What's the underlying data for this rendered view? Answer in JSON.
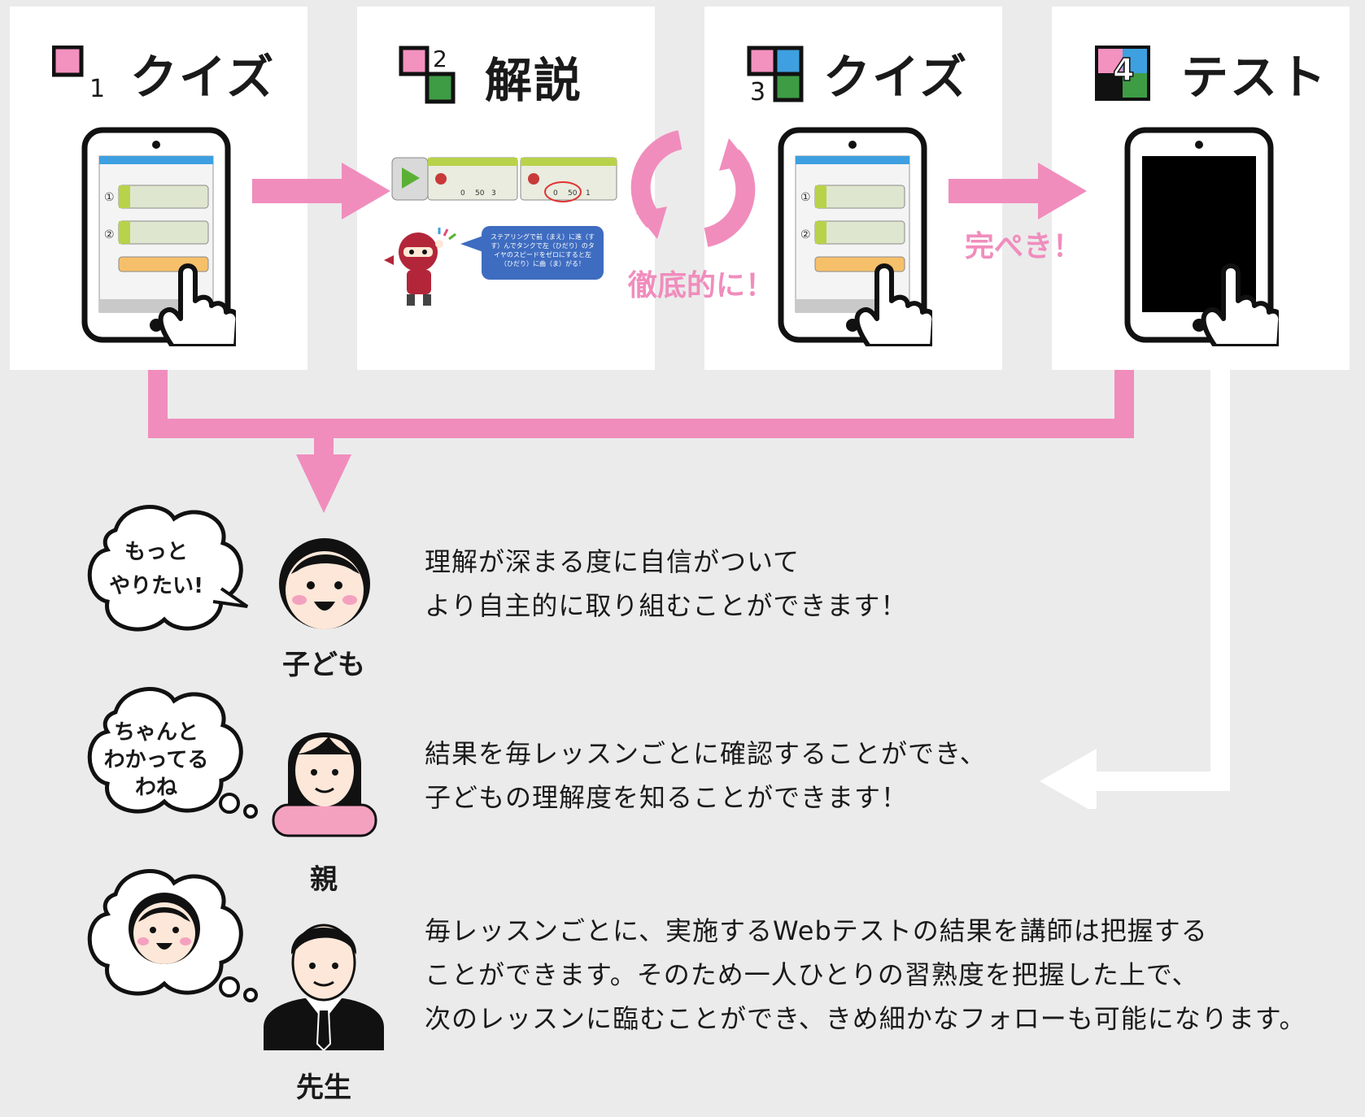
{
  "colors": {
    "background": "#ebebeb",
    "panel": "#ffffff",
    "accent_pink": "#f08dbd",
    "square_pink": "#f391bf",
    "square_blue": "#3ea0e0",
    "square_green": "#3e9c45",
    "black": "#111111"
  },
  "steps": [
    {
      "number": "1",
      "title": "クイズ",
      "icon": "tablet-quiz-icon"
    },
    {
      "number": "2",
      "title": "解説",
      "icon": "program-blocks-icon"
    },
    {
      "number": "3",
      "title": "クイズ",
      "icon": "tablet-quiz-icon"
    },
    {
      "number": "4",
      "title": "テスト",
      "icon": "tablet-blank-icon"
    }
  ],
  "arrows": {
    "repeat_label": "徹底的に！",
    "perfect_label": "完ぺき！"
  },
  "speech": {
    "explanation": "ステアリングで前（まえ）に進（すす）んでタンクで左（ひだり）のタイヤのスピードをゼロにすると左（ひだり）に曲（ま）がる！"
  },
  "people": [
    {
      "label": "子ども",
      "bubble": [
        "もっと",
        "やりたい!"
      ],
      "lines": [
        "理解が深まる度に自信がついて",
        "より自主的に取り組むことができます！"
      ]
    },
    {
      "label": "親",
      "bubble": [
        "ちゃんと",
        "わかってる",
        "わね"
      ],
      "lines": [
        "結果を毎レッスンごとに確認することができ、",
        "子どもの理解度を知ることができます！"
      ]
    },
    {
      "label": "先生",
      "bubble": [],
      "lines": [
        "毎レッスンごとに、実施するWebテストの結果を講師は把握する",
        "ことができます。そのため一人ひとりの習熟度を把握した上で、",
        "次のレッスンに臨むことができ、きめ細かなフォローも可能になります。"
      ]
    }
  ]
}
